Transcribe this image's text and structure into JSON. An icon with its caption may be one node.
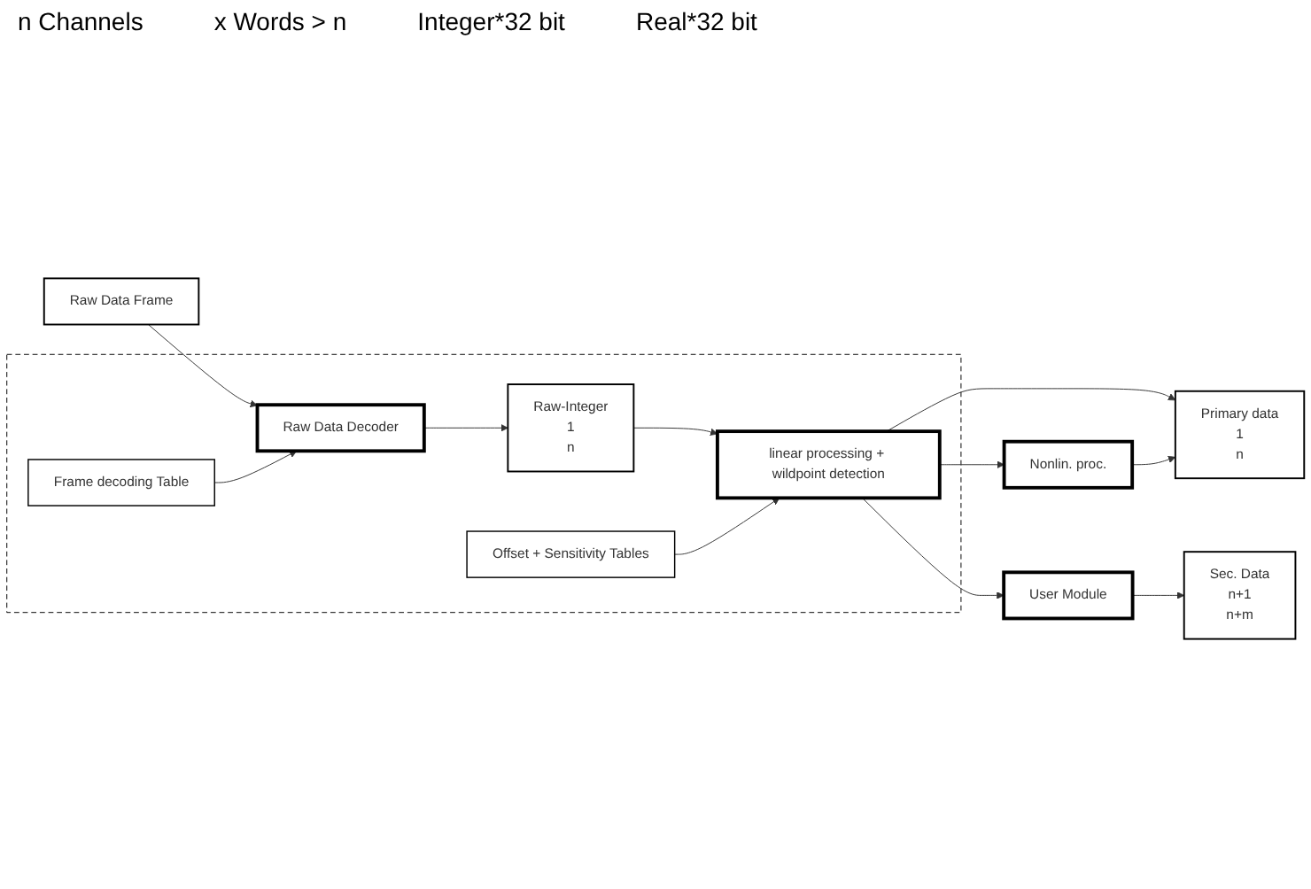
{
  "diagram": {
    "nodes": [
      {
        "text": [
          "Raw Data Frame"
        ]
      },
      {
        "text": [],
        "shape": "box"
      },
      {
        "text": [
          "Raw Data Decoder"
        ],
        "in": 1
      },
      {
        "text": [
          "Frame decoding Table"
        ],
        "in": 1
      },
      {
        "text": [
          "Raw-Integer",
          "1",
          "n"
        ],
        "in": 1
      },
      {
        "text": [
          "linear processing + wildpoint detection"
        ],
        "in": 1
      },
      {
        "text": [
          "Offset + Sensitivity Tables"
        ],
        "in": 1
      },
      {
        "text": [
          "Nonlin. proc."
        ]
      },
      {
        "text": [
          "Primary data",
          "1",
          "n"
        ]
      },
      {
        "text": [
          "Sec. Data",
          "n+1",
          "n+m"
        ]
      },
      {
        "text": [
          "User Module"
        ]
      }
    ],
    "edges": [
      {
        "from": 0,
        "to": 2,
        "arrow": "to"
      },
      {
        "from": 3,
        "to": 2,
        "arrow": "to"
      },
      {
        "from": 2,
        "to": 4,
        "arrow": "to"
      },
      {
        "from": 4,
        "to": 5,
        "arrow": "to"
      },
      {
        "from": 6,
        "to": 5,
        "arrow": "to"
      },
      {
        "from": 5,
        "to": 8,
        "arrow": "to"
      },
      {
        "from": 5,
        "to": 7,
        "arrow": "to"
      },
      {
        "from": 7,
        "to": 8,
        "arrow": "to"
      },
      {
        "from": 5,
        "to": 10,
        "arrow": "to"
      },
      {
        "from": 10,
        "to": 9,
        "arrow": "to"
      }
    ],
    "labels": [
      "n Channels",
      "x Words > n",
      "Integer*32 bit",
      "Real*32 bit"
    ]
  }
}
